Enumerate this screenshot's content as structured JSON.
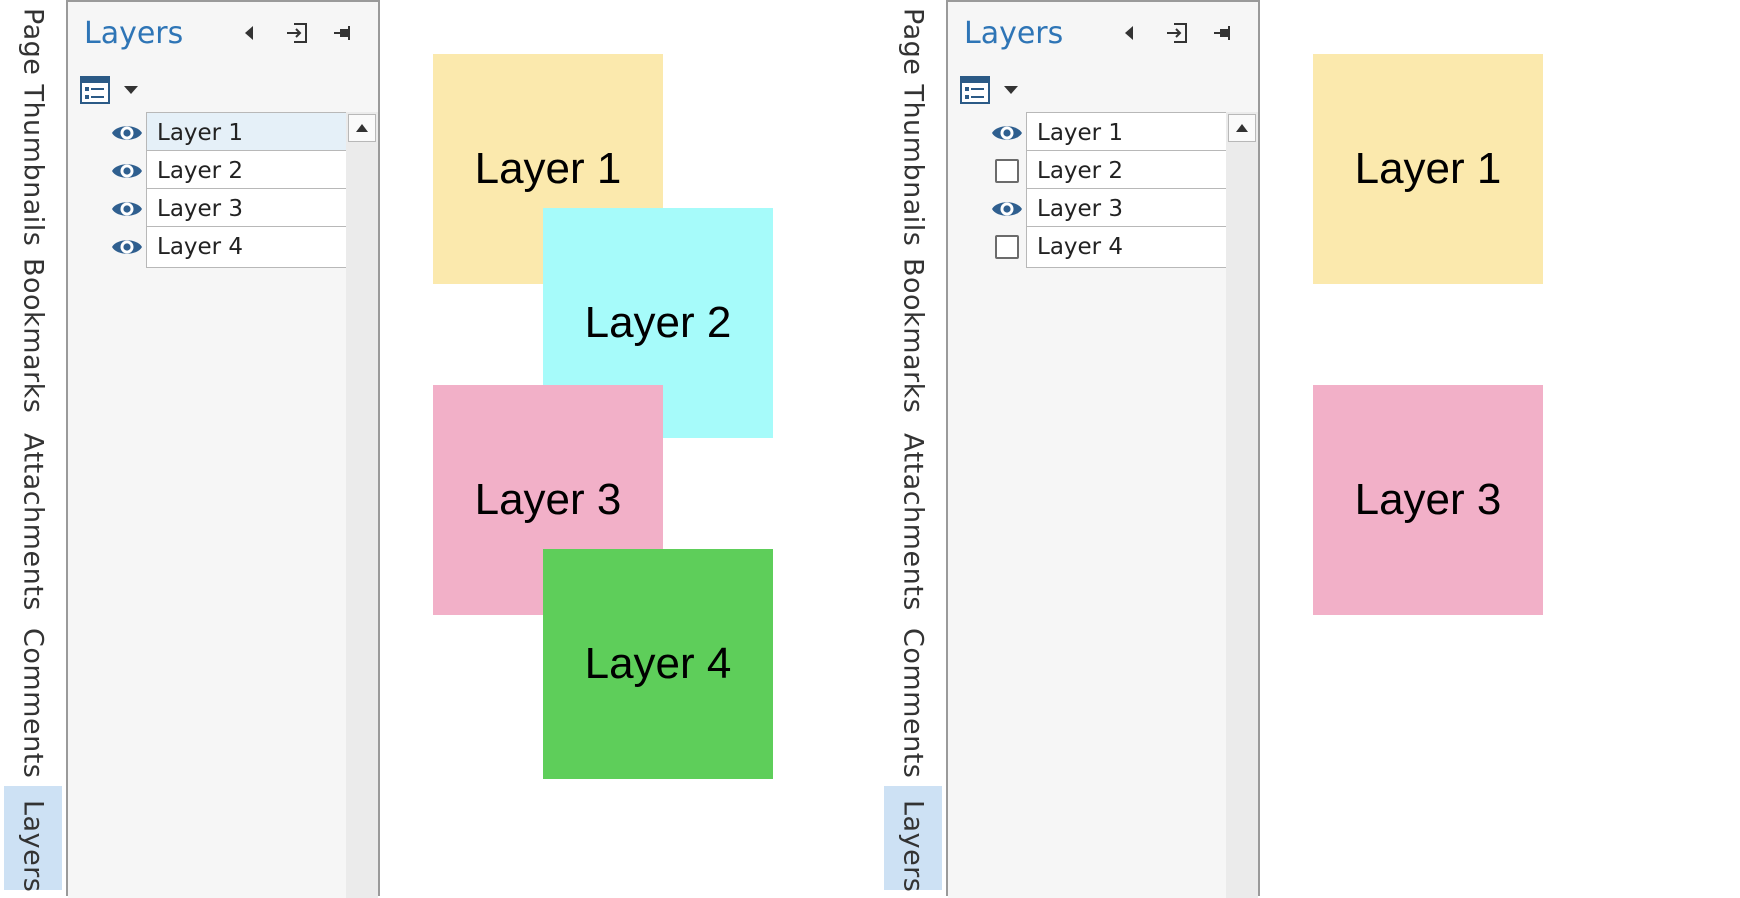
{
  "side_tabs": [
    "Page Thumbnails",
    "Bookmarks",
    "Attachments",
    "Comments",
    "Layers"
  ],
  "active_tab": "Layers",
  "panel_title": "Layers",
  "icons": {
    "collapse": "caret-left-icon",
    "undock": "undock-icon",
    "pin": "pin-icon",
    "options": "layer-options-icon",
    "dropdown": "chevron-down-icon",
    "visible": "eye-icon",
    "hidden": "empty-checkbox-icon",
    "scroll_up": "scroll-up-arrow-icon"
  },
  "colors": {
    "accent": "#2e75b6",
    "active_tab_bg": "#cde1f4",
    "selected_row_bg": "#e5f0f8",
    "layer_1": "#fbe9ad",
    "layer_2": "#a6fbfa",
    "layer_3": "#f2b0c8",
    "layer_4": "#5ece5a"
  },
  "left": {
    "layers": [
      {
        "name": "Layer 1",
        "visible": true,
        "selected": true
      },
      {
        "name": "Layer 2",
        "visible": true,
        "selected": false
      },
      {
        "name": "Layer 3",
        "visible": true,
        "selected": false
      },
      {
        "name": "Layer 4",
        "visible": true,
        "selected": false
      }
    ],
    "canvas": [
      "Layer 1",
      "Layer 2",
      "Layer 3",
      "Layer 4"
    ]
  },
  "right": {
    "layers": [
      {
        "name": "Layer 1",
        "visible": true,
        "selected": false
      },
      {
        "name": "Layer 2",
        "visible": false,
        "selected": false
      },
      {
        "name": "Layer 3",
        "visible": true,
        "selected": false
      },
      {
        "name": "Layer 4",
        "visible": false,
        "selected": false
      }
    ],
    "canvas": [
      "Layer 1",
      "Layer 3"
    ]
  }
}
